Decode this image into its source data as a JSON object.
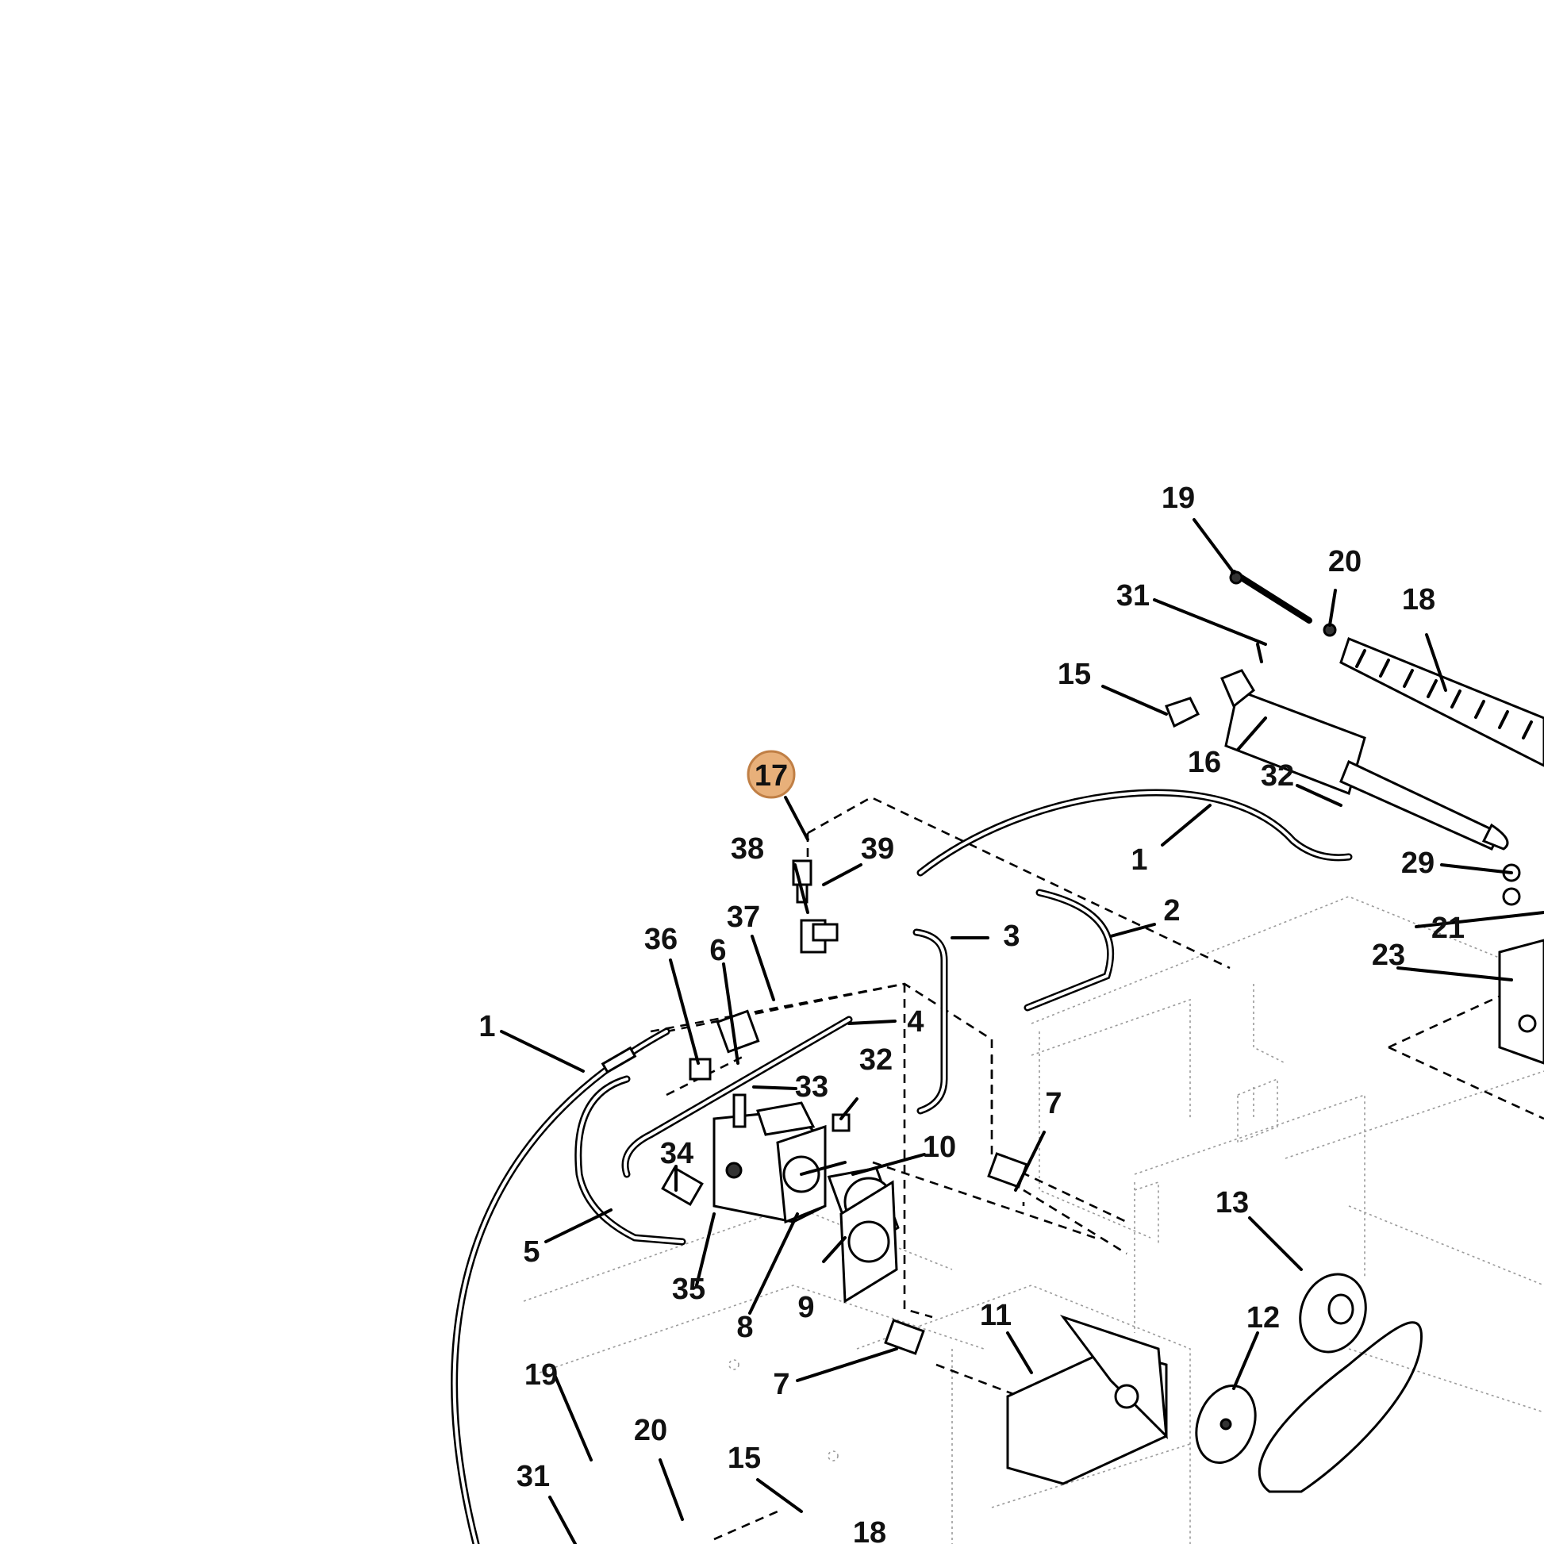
{
  "diagram": {
    "highlight_color": "#e8b07a",
    "highlight_stroke": "#c07f45",
    "callouts": [
      {
        "id": "c19a",
        "label": "19"
      },
      {
        "id": "c20a",
        "label": "20"
      },
      {
        "id": "c18a",
        "label": "18"
      },
      {
        "id": "c31a",
        "label": "31"
      },
      {
        "id": "c15a",
        "label": "15"
      },
      {
        "id": "c16",
        "label": "16"
      },
      {
        "id": "c32a",
        "label": "32"
      },
      {
        "id": "c17",
        "label": "17",
        "highlighted": true
      },
      {
        "id": "c1a",
        "label": "1"
      },
      {
        "id": "c38",
        "label": "38"
      },
      {
        "id": "c39",
        "label": "39"
      },
      {
        "id": "c29",
        "label": "29"
      },
      {
        "id": "c21",
        "label": "21"
      },
      {
        "id": "c2",
        "label": "2"
      },
      {
        "id": "c37",
        "label": "37"
      },
      {
        "id": "c36",
        "label": "36"
      },
      {
        "id": "c6",
        "label": "6"
      },
      {
        "id": "c3",
        "label": "3"
      },
      {
        "id": "c23",
        "label": "23"
      },
      {
        "id": "c1b",
        "label": "1"
      },
      {
        "id": "c4",
        "label": "4"
      },
      {
        "id": "c33",
        "label": "33"
      },
      {
        "id": "c32b",
        "label": "32"
      },
      {
        "id": "c7a",
        "label": "7"
      },
      {
        "id": "c34",
        "label": "34"
      },
      {
        "id": "c10",
        "label": "10"
      },
      {
        "id": "c13",
        "label": "13"
      },
      {
        "id": "c5",
        "label": "5"
      },
      {
        "id": "c35",
        "label": "35"
      },
      {
        "id": "c9",
        "label": "9"
      },
      {
        "id": "c8",
        "label": "8"
      },
      {
        "id": "c11",
        "label": "11"
      },
      {
        "id": "c12",
        "label": "12"
      },
      {
        "id": "c19b",
        "label": "19"
      },
      {
        "id": "c20b",
        "label": "20"
      },
      {
        "id": "c7b",
        "label": "7"
      },
      {
        "id": "c15b",
        "label": "15"
      },
      {
        "id": "c31b",
        "label": "31"
      },
      {
        "id": "c18b",
        "label": "18"
      }
    ]
  }
}
